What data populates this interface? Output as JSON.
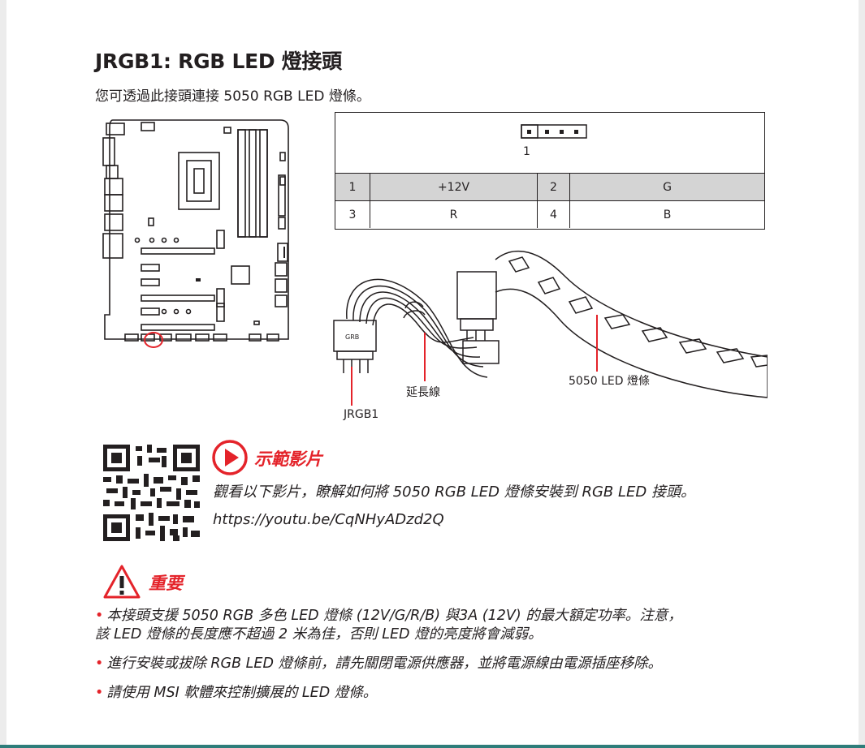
{
  "header": {
    "title": "JRGB1: RGB LED 燈接頭",
    "subtitle": "您可透過此接頭連接 5050 RGB LED 燈條。"
  },
  "pin_table": {
    "pin_label": "1",
    "rows": [
      {
        "pin_a": "1",
        "signal_a": "+12V",
        "pin_b": "2",
        "signal_b": "G"
      },
      {
        "pin_a": "3",
        "signal_a": "R",
        "pin_b": "4",
        "signal_b": "B"
      }
    ]
  },
  "diagram": {
    "connector_letters": "GRB",
    "label_extension_cable": "延長線",
    "label_led_strip": "5050 LED 燈條",
    "label_header": "JRGB1"
  },
  "video": {
    "title": "示範影片",
    "description": "觀看以下影片，瞭解如何將 5050 RGB LED 燈條安裝到 RGB LED 接頭。",
    "url": "https://youtu.be/CqNHyADzd2Q",
    "icon": "play-icon"
  },
  "important": {
    "title": "重要",
    "icon": "warning-icon",
    "bullet_1_line_1": "本接頭支援 5050 RGB 多色 LED 燈條 (12V/G/R/B) 與3A (12V) 的最大額定功率。注意，",
    "bullet_1_line_2": "該 LED 燈條的長度應不超過 2 米為佳，否則 LED 燈的亮度將會減弱。",
    "bullet_2": "進行安裝或拔除 RGB LED 燈條前，請先關閉電源供應器，並將電源線由電源插座移除。",
    "bullet_3": "請使用 MSI 軟體來控制擴展的 LED 燈條。"
  },
  "colors": {
    "accent_red": "#e4232a",
    "text": "#231f20",
    "table_shade": "#d4d4d4"
  }
}
